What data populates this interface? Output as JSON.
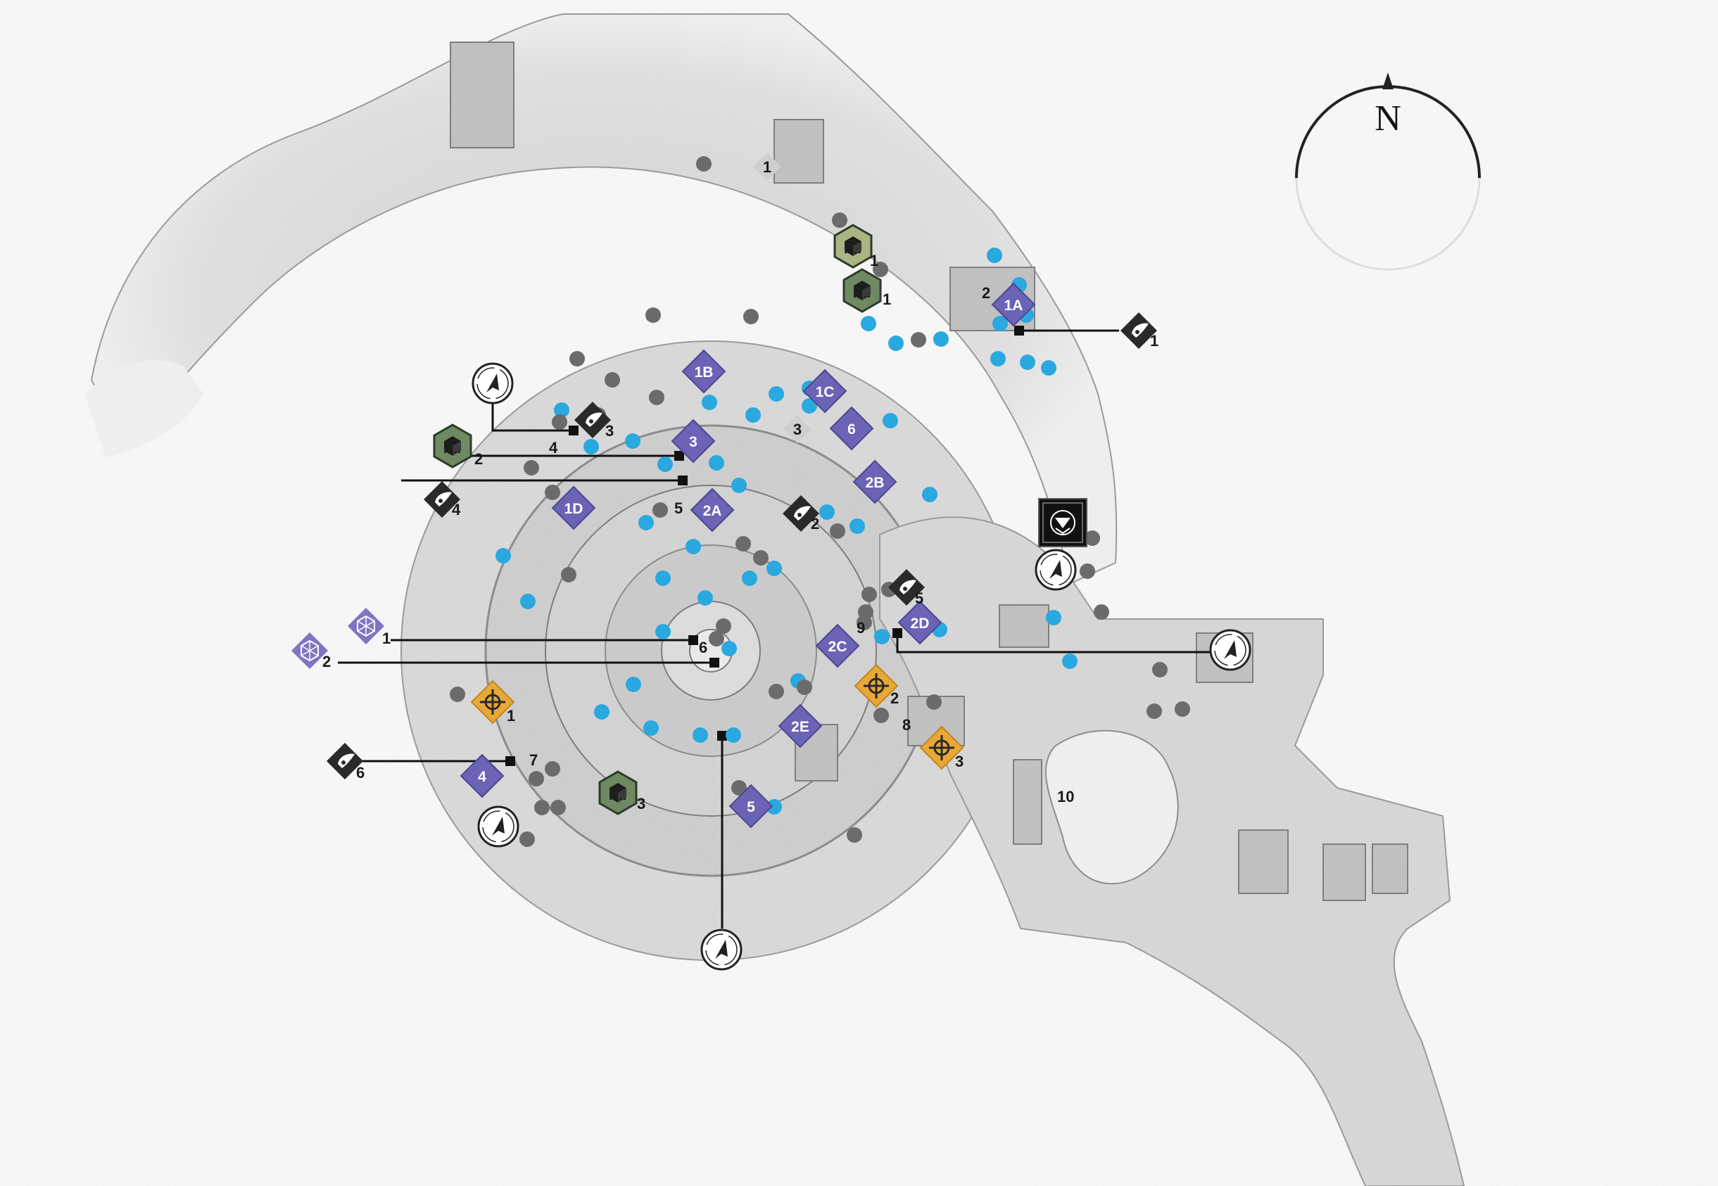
{
  "compass": {
    "letter": "N"
  },
  "colors": {
    "terrain": "#dcdcdc",
    "terrain_dark": "#b9b9b9",
    "blue_marker": "#2aa8e0",
    "gray_marker": "#6b6b6b",
    "purple_marker": "#6b63b5",
    "gold_marker": "#e8a838",
    "green_marker": "#6f8a62",
    "olive_marker": "#aab583",
    "dark_marker": "#2a2a2a"
  },
  "legend_icons": {
    "blue": "collectible-dot",
    "gray": "enemy-dot",
    "purple_diamond": "region-chest",
    "gold_diamond": "lost-sector",
    "green_hex": "ghost-scan-cube",
    "olive_hex": "dead-ghost-cube",
    "arrow_circle": "transit-arrow",
    "dark_diamond": "region-feather",
    "dark_square": "boss-portal",
    "crystal": "crystal-cluster"
  },
  "labels": {
    "top_1": "1",
    "olive_cube": "1",
    "green_cube_1": "1",
    "green_cube_2": "2",
    "green_cube_3": "3",
    "region_1A": "1A",
    "region_1B": "1B",
    "region_1C": "1C",
    "region_1D": "1D",
    "region_2A": "2A",
    "region_2B": "2B",
    "region_2C": "2C",
    "region_2D": "2D",
    "region_2E": "2E",
    "region_3": "3",
    "region_4": "4",
    "region_5": "5",
    "region_6": "6",
    "num_2_ne": "2",
    "feather_1": "1",
    "feather_2": "2",
    "feather_3": "3",
    "feather_4": "4",
    "feather_5": "5",
    "feather_6": "6",
    "num_3": "3",
    "num_4": "4",
    "num_5": "5",
    "num_6": "6",
    "num_7": "7",
    "num_8": "8",
    "num_9": "9",
    "num_10": "10",
    "crystal_1": "1",
    "crystal_2": "2",
    "sector_1": "1",
    "sector_2": "2",
    "sector_3": "3"
  }
}
